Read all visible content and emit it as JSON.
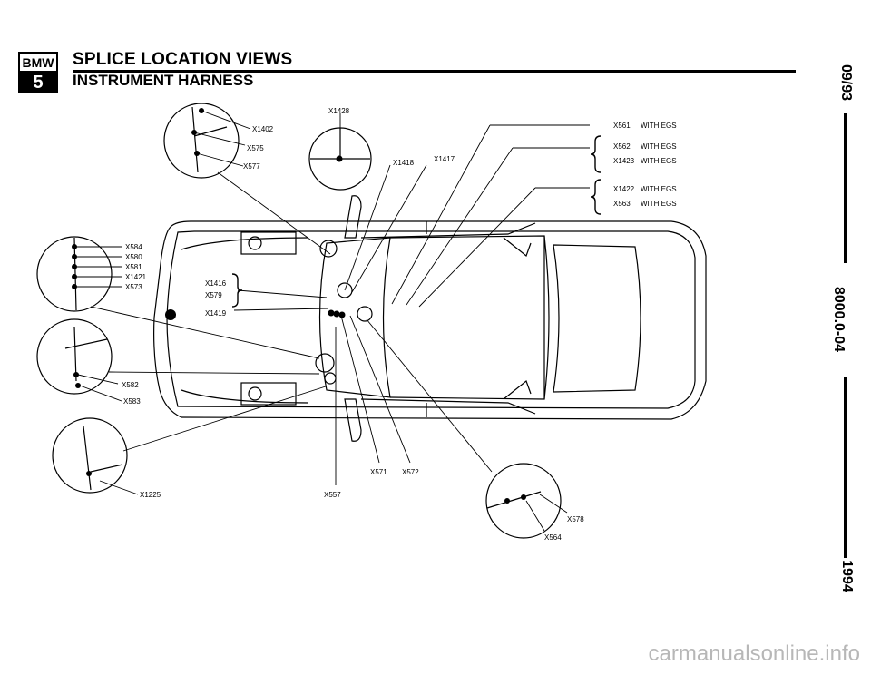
{
  "header": {
    "logo_top": "BMW",
    "logo_bottom": "5",
    "title": "SPLICE LOCATION VIEWS",
    "subtitle": "INSTRUMENT HARNESS"
  },
  "side": {
    "date": "09/93",
    "doc_number": "8000.0-04",
    "year": "1994"
  },
  "labels": {
    "x1402": "X1402",
    "x575": "X575",
    "x577": "X577",
    "x1428": "X1428",
    "x1418": "X1418",
    "x1417": "X1417",
    "x584": "X584",
    "x580": "X580",
    "x581": "X581",
    "x1421": "X1421",
    "x573": "X573",
    "x1416": "X1416",
    "x579": "X579",
    "x1419": "X1419",
    "x582": "X582",
    "x583": "X583",
    "x1225": "X1225",
    "x557": "X557",
    "x571": "X571",
    "x572": "X572",
    "x578": "X578",
    "x564": "X564"
  },
  "legend": {
    "rows": [
      {
        "code": "X561",
        "desc": "WITH EGS"
      },
      {
        "code": "X562",
        "desc": "WITH EGS"
      },
      {
        "code": "X1423",
        "desc": "WITH EGS"
      },
      {
        "code": "X1422",
        "desc": "WITH EGS"
      },
      {
        "code": "X563",
        "desc": "WITH EGS"
      }
    ]
  },
  "watermark": "carmanualsonline.info"
}
